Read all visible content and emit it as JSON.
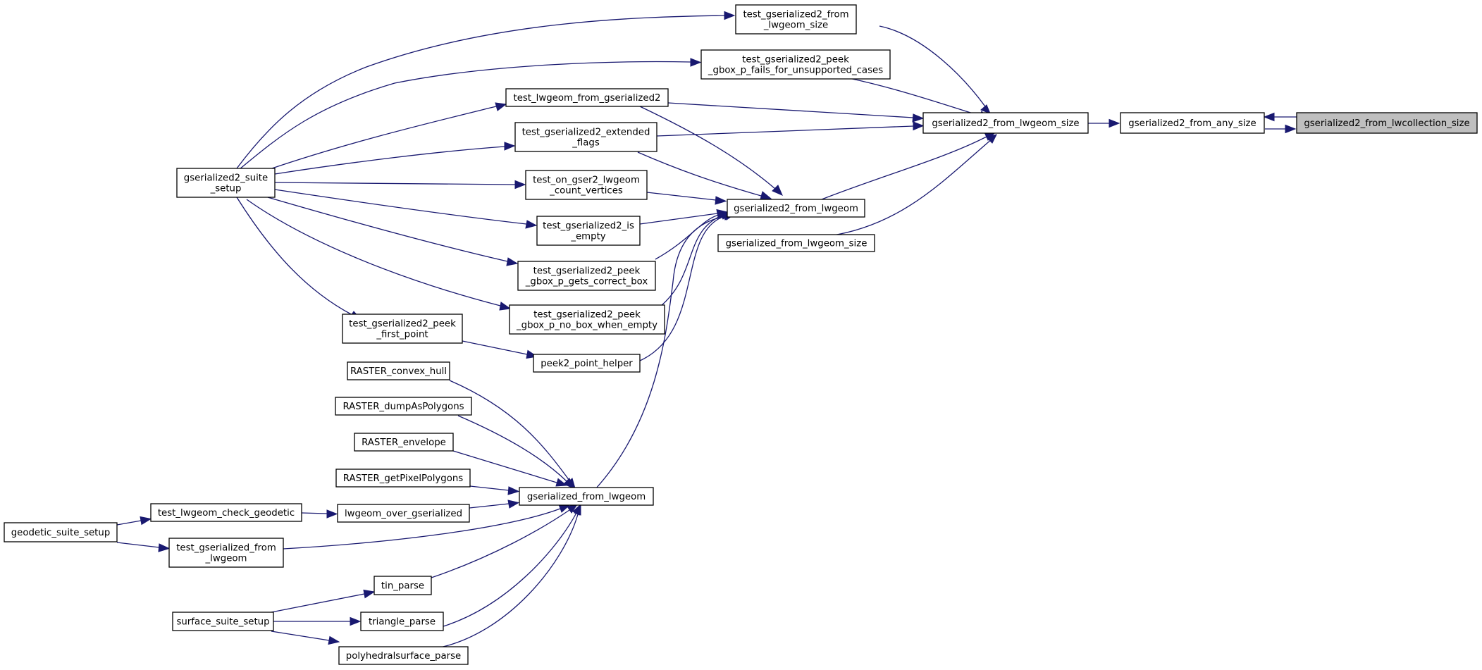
{
  "graph": {
    "edge_color": "#191970",
    "root_fill": "#bfbfbf",
    "nodes": [
      {
        "id": "n0",
        "lines": [
          "gserialized2_from_lwcollection_size"
        ],
        "root": true
      },
      {
        "id": "n1",
        "lines": [
          "gserialized2_from_any_size"
        ]
      },
      {
        "id": "n2",
        "lines": [
          "gserialized2_from_lwgeom_size"
        ]
      },
      {
        "id": "n3",
        "lines": [
          "test_gserialized2_from",
          "_lwgeom_size"
        ]
      },
      {
        "id": "n4",
        "lines": [
          "test_gserialized2_peek",
          "_gbox_p_fails_for_unsupported_cases"
        ]
      },
      {
        "id": "n5",
        "lines": [
          "test_lwgeom_from_gserialized2"
        ]
      },
      {
        "id": "n6",
        "lines": [
          "test_gserialized2_extended",
          "_flags"
        ]
      },
      {
        "id": "n7",
        "lines": [
          "gserialized2_from_lwgeom"
        ]
      },
      {
        "id": "n8",
        "lines": [
          "gserialized_from_lwgeom_size"
        ]
      },
      {
        "id": "n9",
        "lines": [
          "gserialized2_suite",
          "_setup"
        ]
      },
      {
        "id": "n10",
        "lines": [
          "test_on_gser2_lwgeom",
          "_count_vertices"
        ]
      },
      {
        "id": "n11",
        "lines": [
          "test_gserialized2_is",
          "_empty"
        ]
      },
      {
        "id": "n12",
        "lines": [
          "test_gserialized2_peek",
          "_gbox_p_gets_correct_box"
        ]
      },
      {
        "id": "n13",
        "lines": [
          "test_gserialized2_peek",
          "_gbox_p_no_box_when_empty"
        ]
      },
      {
        "id": "n14",
        "lines": [
          "peek2_point_helper"
        ]
      },
      {
        "id": "n15",
        "lines": [
          "test_gserialized2_peek",
          "_first_point"
        ]
      },
      {
        "id": "n16",
        "lines": [
          "gserialized_from_lwgeom"
        ]
      },
      {
        "id": "n17",
        "lines": [
          "RASTER_convex_hull"
        ]
      },
      {
        "id": "n18",
        "lines": [
          "RASTER_dumpAsPolygons"
        ]
      },
      {
        "id": "n19",
        "lines": [
          "RASTER_envelope"
        ]
      },
      {
        "id": "n20",
        "lines": [
          "RASTER_getPixelPolygons"
        ]
      },
      {
        "id": "n21",
        "lines": [
          "lwgeom_over_gserialized"
        ]
      },
      {
        "id": "n22",
        "lines": [
          "test_lwgeom_check_geodetic"
        ]
      },
      {
        "id": "n23",
        "lines": [
          "geodetic_suite_setup"
        ]
      },
      {
        "id": "n24",
        "lines": [
          "test_gserialized_from",
          "_lwgeom"
        ]
      },
      {
        "id": "n25",
        "lines": [
          "tin_parse"
        ]
      },
      {
        "id": "n26",
        "lines": [
          "triangle_parse"
        ]
      },
      {
        "id": "n27",
        "lines": [
          "polyhedralsurface_parse"
        ]
      },
      {
        "id": "n28",
        "lines": [
          "surface_suite_setup"
        ]
      }
    ]
  }
}
